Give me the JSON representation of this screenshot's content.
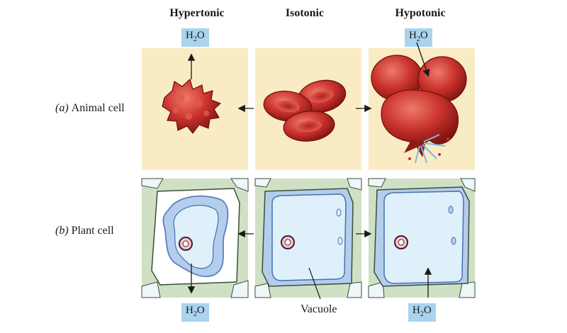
{
  "columns": {
    "hypertonic": "Hypertonic",
    "isotonic": "Isotonic",
    "hypotonic": "Hypotonic"
  },
  "water": {
    "h": "H",
    "sub": "2",
    "o": "O"
  },
  "rows": {
    "animal": {
      "letter": "(a)",
      "label": "Animal cell"
    },
    "plant": {
      "letter": "(b)",
      "label": "Plant cell"
    }
  },
  "vacuole_label": "Vacuole",
  "colors": {
    "panel": "#f9ecc5",
    "water_tag": "#a9d3ee",
    "blood_cell": "#c8312b",
    "cell_wall": "#cfe0c4",
    "membrane": "#6d96cf",
    "vacuole": "#dff0fb"
  }
}
